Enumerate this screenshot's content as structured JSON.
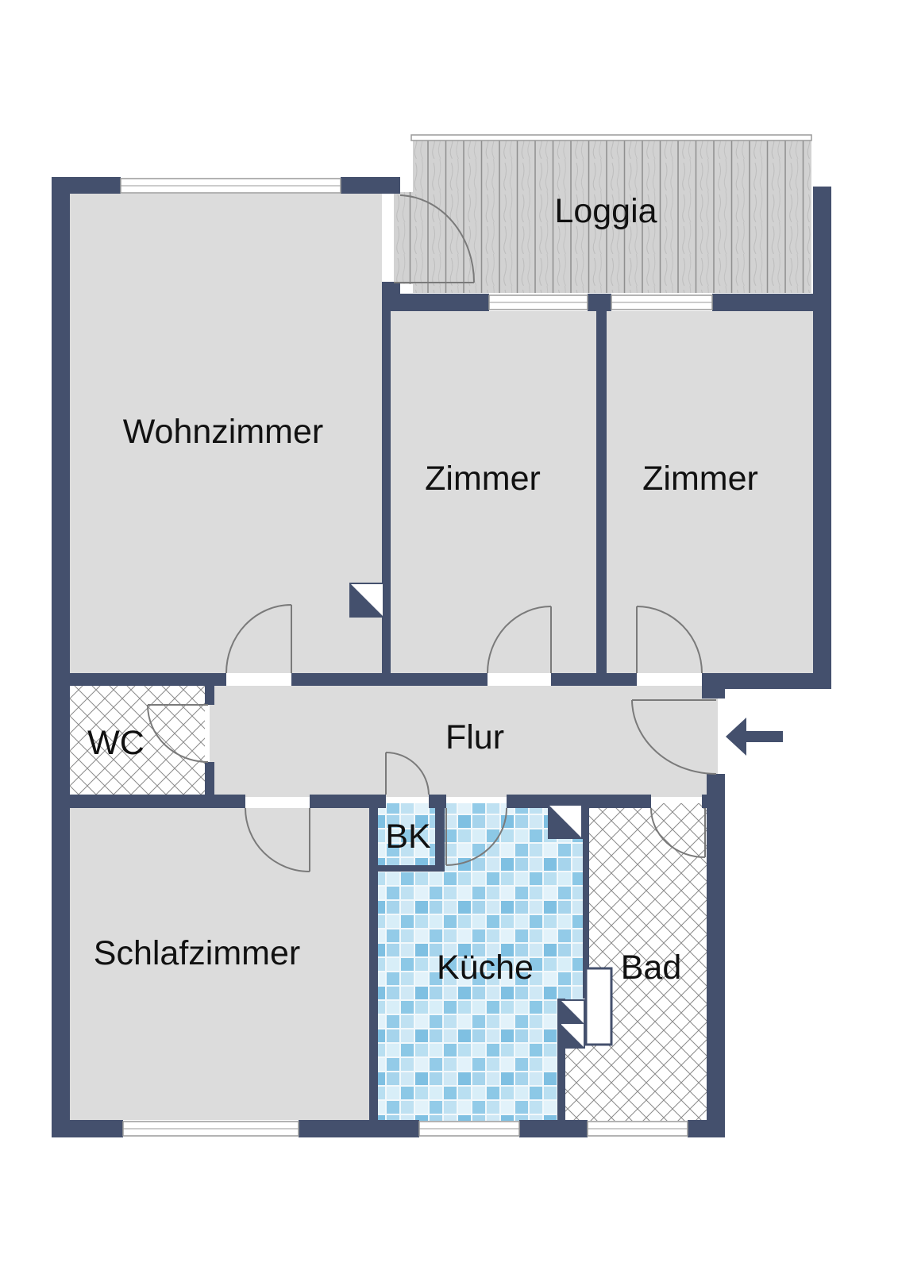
{
  "rooms": {
    "loggia": "Loggia",
    "wohnzimmer": "Wohnzimmer",
    "zimmer_1": "Zimmer",
    "zimmer_2": "Zimmer",
    "wc": "WC",
    "flur": "Flur",
    "bk": "BK",
    "schlafzimmer": "Schlafzimmer",
    "kueche": "Küche",
    "bad": "Bad"
  },
  "icons": {
    "entrance": "entrance-arrow-icon"
  },
  "colors": {
    "wall": "#44506d",
    "floor": "#dcdcdc",
    "loggia_deck": "#c9c9c9",
    "kitchen_tile": "#9fd0ea",
    "hatch": "#8a8a8a"
  }
}
